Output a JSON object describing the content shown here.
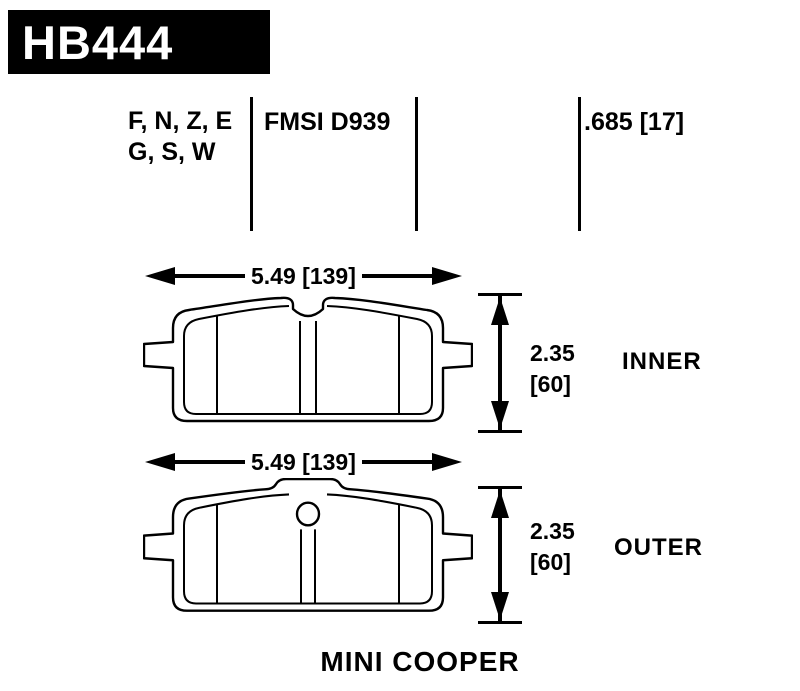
{
  "header": {
    "part_number": "HB444"
  },
  "spec_row": {
    "compounds_line1": "F, N, Z, E",
    "compounds_line2": "G, S, W",
    "fmsi": "FMSI D939",
    "thickness": ".685 [17]"
  },
  "diagrams": [
    {
      "label": "INNER",
      "width_dim": "5.49 [139]",
      "height_dim_line1": "2.35",
      "height_dim_line2": "[60]"
    },
    {
      "label": "OUTER",
      "width_dim": "5.49 [139]",
      "height_dim_line1": "2.35",
      "height_dim_line2": "[60]"
    }
  ],
  "footer": {
    "vehicle": "MINI COOPER"
  },
  "colors": {
    "banner_bg": "#000000",
    "banner_fg": "#ffffff",
    "line_color": "#000000",
    "background": "#ffffff"
  }
}
